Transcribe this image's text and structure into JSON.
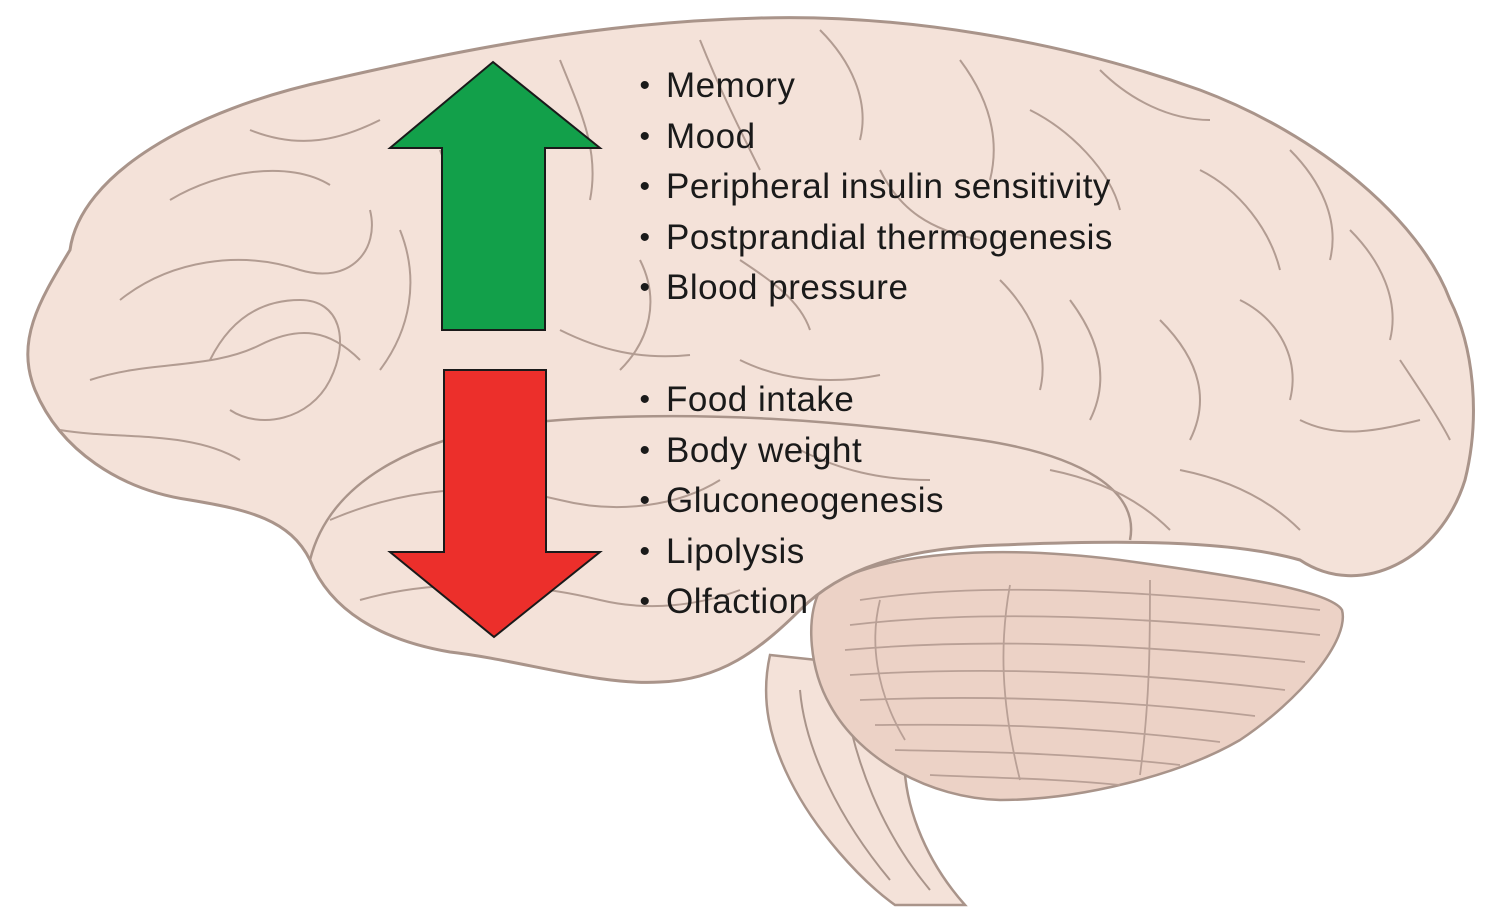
{
  "figure": {
    "colors": {
      "background": "#ffffff",
      "brain_fill": "#f4e2d9",
      "brain_stroke": "#a9948a",
      "cerebellum_fill": "#ecd2c6",
      "increase_arrow": "#12a04a",
      "decrease_arrow": "#ec2f2b",
      "text": "#1a1a1a"
    },
    "icons": {
      "increase": "arrow-up-icon",
      "decrease": "arrow-down-icon",
      "bullet": "bullet-dot"
    },
    "bullet_char": "•",
    "increased_effects": [
      "Memory",
      "Mood",
      "Peripheral insulin sensitivity",
      "Postprandial thermogenesis",
      "Blood pressure"
    ],
    "decreased_effects": [
      "Food intake",
      "Body weight",
      "Gluconeogenesis",
      "Lipolysis",
      "Olfaction"
    ]
  }
}
